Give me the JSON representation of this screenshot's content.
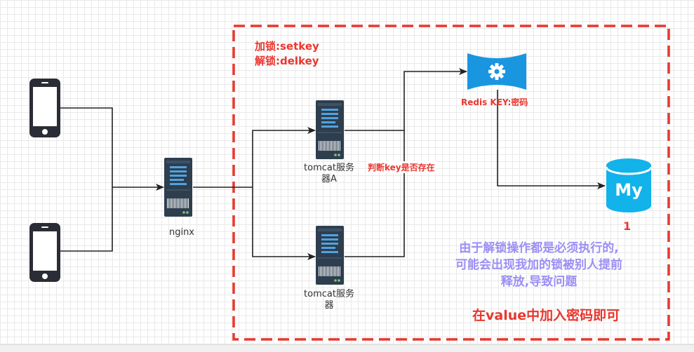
{
  "lock_note": {
    "line1": "加锁:setkey",
    "line2": "解锁:delkey"
  },
  "redis": {
    "label": "Redis KEY:密码"
  },
  "edge_check": {
    "label": "判断key是否存在"
  },
  "servers": {
    "tomcat_a": {
      "line1": "tomcat服务",
      "line2": "器A"
    },
    "tomcat_b": {
      "line1": "tomcat服务",
      "line2": "器"
    },
    "nginx": {
      "label": "nginx"
    }
  },
  "mysql": {
    "label": "1"
  },
  "explanation": {
    "line1": "由于解锁操作都是必须执行的,",
    "line2": "可能会出现我加的锁被别人提前",
    "line3": "释放,导致问题"
  },
  "solution": {
    "text": "在value中加入密码即可"
  },
  "colors": {
    "accent_red": "#e8372f",
    "redis_blue": "#1a96e0",
    "mysql_blue": "#12b2ea",
    "server_dark": "#2e3e4e",
    "note_purple": "#9b8ff5",
    "edge": "#222222"
  }
}
